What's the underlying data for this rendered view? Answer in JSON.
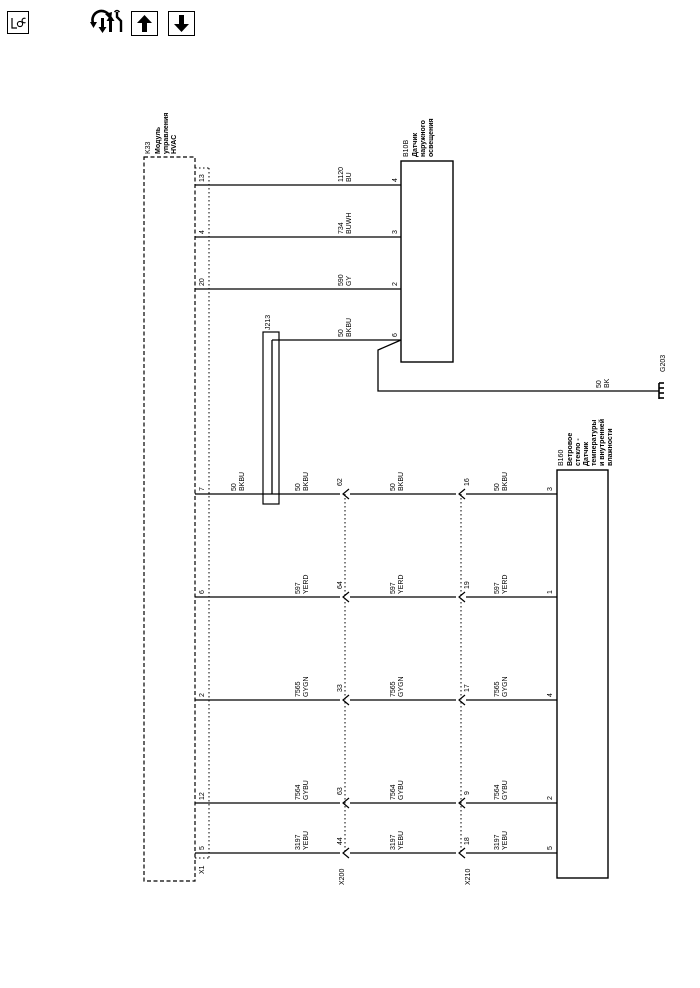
{
  "toolbar": {
    "location_icon": "location-icon",
    "tools_icon": "tools-icon",
    "arrow_up_icon": "arrow-up-icon",
    "arrow_down_icon": "arrow-down-icon"
  },
  "modules": {
    "k33": {
      "id": "K33",
      "name_1": "Модуль",
      "name_2": "управления",
      "name_3": "HVAC"
    },
    "b10b": {
      "id": "B10B",
      "name_1": "Датчик",
      "name_2": "наружного",
      "name_3": "освещения"
    },
    "b160": {
      "id": "B160",
      "name_1": "Ветровое",
      "name_2": "стекло -",
      "name_3": "Датчик",
      "name_4": "температуры",
      "name_5": "и внутренней",
      "name_6": "влажности"
    }
  },
  "connectors": {
    "x1": "X1",
    "x200": "X200",
    "x210": "X210"
  },
  "splice": {
    "id": "J213"
  },
  "ground": {
    "id": "G203",
    "circuit": "50",
    "color": "BK"
  },
  "top_wires": [
    {
      "k33_pin": "13",
      "circuit": "1120",
      "color": "BU",
      "b10b_pin": "4"
    },
    {
      "k33_pin": "4",
      "circuit": "734",
      "color": "BUWH",
      "b10b_pin": "3"
    },
    {
      "k33_pin": "20",
      "circuit": "590",
      "color": "GY",
      "b10b_pin": "2"
    },
    {
      "circuit": "50",
      "color": "BKBU",
      "b10b_pin": "6"
    }
  ],
  "bottom_wires": [
    {
      "k33_pin": "7",
      "x200_pin": "62",
      "x210_pin": "16",
      "b160_pin": "3",
      "circuit": "50",
      "color": "BKBU"
    },
    {
      "k33_pin": "6",
      "x200_pin": "64",
      "x210_pin": "19",
      "b160_pin": "1",
      "circuit": "597",
      "color": "YERD"
    },
    {
      "k33_pin": "2",
      "x200_pin": "33",
      "x210_pin": "17",
      "b160_pin": "4",
      "circuit": "7565",
      "color": "GYGN"
    },
    {
      "k33_pin": "12",
      "x200_pin": "63",
      "x210_pin": "9",
      "b160_pin": "2",
      "circuit": "7564",
      "color": "GYBU"
    },
    {
      "k33_pin": "5",
      "x200_pin": "44",
      "x210_pin": "18",
      "b160_pin": "5",
      "circuit": "3197",
      "color": "YEBU"
    }
  ]
}
